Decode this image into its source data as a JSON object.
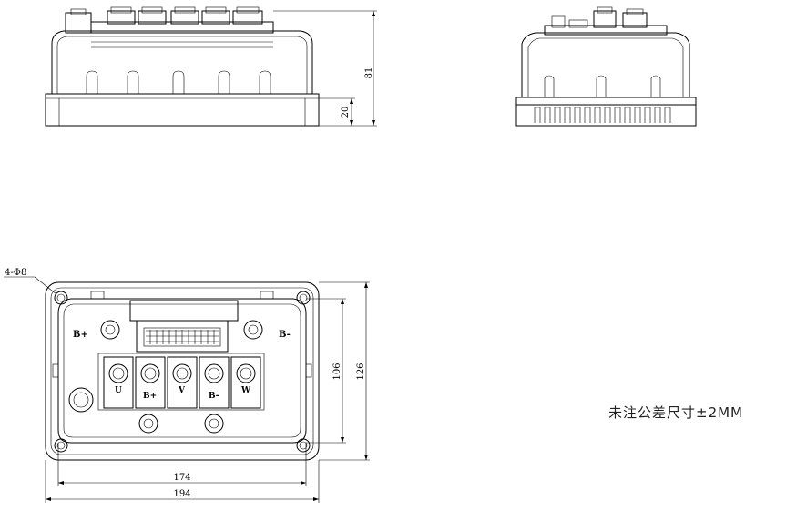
{
  "labels": {
    "hole_spec": "4-Φ8",
    "terminal_b_plus": "B+",
    "terminal_b_minus": "B-",
    "terminal_u": "U",
    "terminal_v": "V",
    "terminal_w": "W",
    "tol_note": "未注公差尺寸±2MM"
  },
  "dimensions": {
    "height_total": "81",
    "base_height": "20",
    "inner_height": "106",
    "outer_height": "126",
    "inner_width": "174",
    "outer_width": "194"
  }
}
